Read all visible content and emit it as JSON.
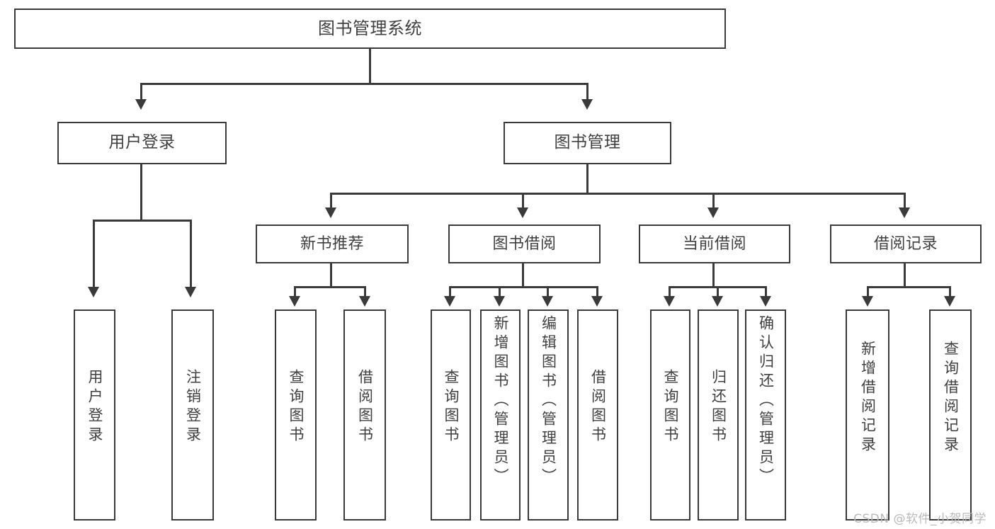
{
  "diagram": {
    "title": "图书管理系统",
    "type": "tree-hierarchy-chart",
    "root": {
      "id": "root",
      "label": "图书管理系统"
    },
    "level2": [
      {
        "id": "user-login",
        "label": "用户登录"
      },
      {
        "id": "book-management",
        "label": "图书管理"
      }
    ],
    "level3": [
      {
        "id": "new-book-recommend",
        "label": "新书推荐",
        "parent": "book-management"
      },
      {
        "id": "book-borrow",
        "label": "图书借阅",
        "parent": "book-management"
      },
      {
        "id": "current-borrow",
        "label": "当前借阅",
        "parent": "book-management"
      },
      {
        "id": "borrow-record",
        "label": "借阅记录",
        "parent": "book-management"
      }
    ],
    "leaves": [
      {
        "id": "leaf-user-login",
        "label": "用户登录",
        "parent": "user-login"
      },
      {
        "id": "leaf-logout-login",
        "label": "注销登录",
        "parent": "user-login"
      },
      {
        "id": "leaf-query-book-1",
        "label": "查询图书",
        "parent": "new-book-recommend"
      },
      {
        "id": "leaf-borrow-book-1",
        "label": "借阅图书",
        "parent": "new-book-recommend"
      },
      {
        "id": "leaf-query-book-2",
        "label": "查询图书",
        "parent": "book-borrow"
      },
      {
        "id": "leaf-add-book",
        "label": "新增图书（管理员）",
        "parent": "book-borrow"
      },
      {
        "id": "leaf-edit-book",
        "label": "编辑图书（管理员）",
        "parent": "book-borrow"
      },
      {
        "id": "leaf-borrow-book-2",
        "label": "借阅图书",
        "parent": "book-borrow"
      },
      {
        "id": "leaf-query-book-3",
        "label": "查询图书",
        "parent": "current-borrow"
      },
      {
        "id": "leaf-return-book",
        "label": "归还图书",
        "parent": "current-borrow"
      },
      {
        "id": "leaf-confirm-return",
        "label": "确认归还（管理员）",
        "parent": "current-borrow"
      },
      {
        "id": "leaf-add-record",
        "label": "新增借阅记录",
        "parent": "borrow-record"
      },
      {
        "id": "leaf-query-record",
        "label": "查询借阅记录",
        "parent": "borrow-record"
      }
    ]
  },
  "watermark": {
    "text": "CSDN @软件_小贺同学"
  },
  "colors": {
    "stroke": "#3a3a3a",
    "text": "#3f3f3f",
    "background": "#ffffff",
    "watermark": "#b9b9b9"
  }
}
